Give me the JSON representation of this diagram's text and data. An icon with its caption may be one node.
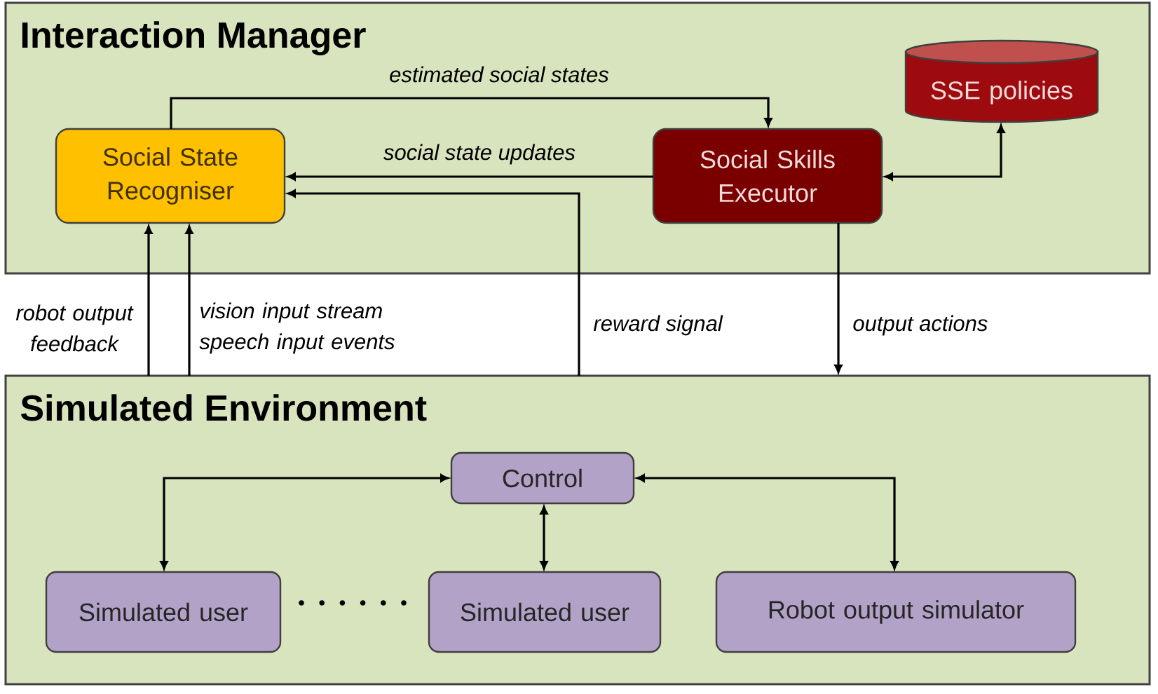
{
  "diagram": {
    "nodes": [
      {
        "text": [
          "Interaction Manager"
        ]
      },
      {
        "text": [
          "Social State Recogniser"
        ],
        "in": 0
      },
      {
        "text": [
          "Social Skills Executor"
        ],
        "in": 0
      },
      {
        "text": [
          "SSE policies"
        ],
        "in": 0
      },
      {
        "text": [
          "Simulated Environment"
        ]
      },
      {
        "text": [
          "Control"
        ],
        "in": 4
      },
      {
        "text": [
          "Simulated user"
        ],
        "in": 4
      },
      {
        "text": [
          "Simulated user"
        ],
        "in": 4
      },
      {
        "text": [
          "Robot output simulator"
        ],
        "in": 4
      }
    ],
    "edges": [
      {
        "from": 1,
        "to": 2,
        "arrow": "to",
        "label": "estimated social states"
      },
      {
        "from": 2,
        "to": 1,
        "arrow": "to",
        "label": "social state updates"
      },
      {
        "from": 2,
        "to": 3,
        "arrow": "both"
      },
      {
        "from": 4,
        "to": 1,
        "arrow": "to",
        "label": "robot output feedback"
      },
      {
        "from": 4,
        "to": 1,
        "arrow": "to",
        "label": "vision input stream speech input events"
      },
      {
        "from": 4,
        "to": 1,
        "arrow": "to",
        "label": "reward signal"
      },
      {
        "from": 2,
        "to": 4,
        "arrow": "to",
        "label": "output actions"
      },
      {
        "from": 5,
        "to": 6,
        "arrow": "both"
      },
      {
        "from": 5,
        "to": 7,
        "arrow": "both"
      },
      {
        "from": 5,
        "to": 8,
        "arrow": "both"
      }
    ]
  }
}
